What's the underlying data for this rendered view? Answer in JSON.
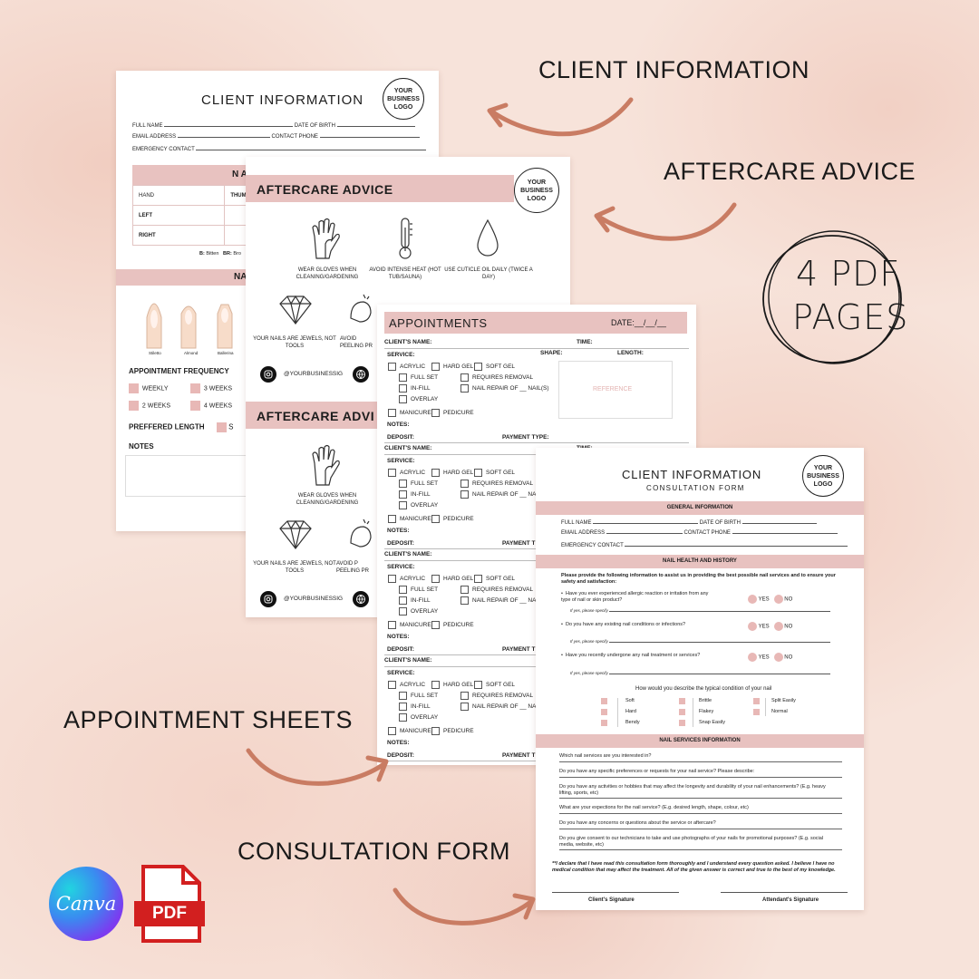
{
  "callouts": {
    "client_information": "CLIENT INFORMATION",
    "aftercare_advice": "AFTERCARE ADVICE",
    "appointment_sheets": "APPOINTMENT SHEETS",
    "consultation_form": "CONSULTATION FORM"
  },
  "badge": {
    "line1": "4 PDF",
    "line2": "PAGES"
  },
  "brand": {
    "canva": "Canva",
    "pdf": "PDF"
  },
  "logo_text": {
    "l1": "YOUR",
    "l2": "BUSINESS",
    "l3": "LOGO"
  },
  "sheet1": {
    "title": "CLIENT INFORMATION",
    "full_name": "FULL NAME",
    "dob": "DATE OF BIRTH",
    "email": "EMAIL ADDRESS",
    "contact": "CONTACT PHONE",
    "emergency": "EMERGENCY CONTACT",
    "band1": "N A",
    "hand": "HAND",
    "thumb": "THUMB",
    "left": "LEFT",
    "right": "RIGHT",
    "legend_b": "B:",
    "legend_b_val": "Bitten",
    "legend_br": "BR:",
    "legend_br_val": "Bro",
    "band2": "NA",
    "shapes": [
      "Stiletto",
      "Almond",
      "Ballerina"
    ],
    "freq_title": "APPOINTMENT FREQUENCY",
    "weekly": "WEEKLY",
    "three_weeks": "3 WEEKS",
    "two_weeks": "2 WEEKS",
    "four_weeks": "4 WEEKS",
    "length_title": "PREFFERED LENGTH",
    "length_opt": "S",
    "notes": "NOTES"
  },
  "sheet2": {
    "title": "AFTERCARE ADVICE",
    "gloves": "WEAR GLOVES WHEN CLEANING/GARDENING",
    "heat": "AVOID INTENSE HEAT (HOT TUB/SAUNA)",
    "oil": "USE CUTICLE OIL DAILY (TWICE A DAY)",
    "jewels": "YOUR NAILS ARE JEWELS, NOT TOOLS",
    "peel": "AVOID PEELING PR",
    "social": "@YOURBUSINESSIG",
    "title2": "AFTERCARE ADVI",
    "gloves2": "WEAR GLOVES WHEN CLEANING/GARDENING",
    "jewels2": "YOUR NAILS ARE JEWELS, NOT TOOLS",
    "peel2": "AVOID P PEELING PR",
    "social2": "@YOURBUSINESSIG"
  },
  "sheet3": {
    "title": "APPOINTMENTS",
    "date": "DATE:__/__/__",
    "client_name": "CLIENT'S NAME:",
    "time": "TIME:",
    "service": "SERVICE:",
    "shape": "SHAPE:",
    "length": "LENGTH:",
    "acrylic": "ACRYLIC",
    "hard_gel": "HARD GEL",
    "soft_gel": "SOFT GEL",
    "full_set": "FULL SET",
    "requires_removal": "REQUIRES REMOVAL",
    "in_fill": "IN-FILL",
    "nail_repair": "NAIL REPAIR OF __ NAIL(S)",
    "overlay": "OVERLAY",
    "manicure": "MANICURE",
    "pedicure": "PEDICURE",
    "reference": "REFERENCE",
    "notes": "NOTES:",
    "deposit": "DEPOSIT:",
    "payment_type": "PAYMENT TYPE:",
    "payment_t": "PAYMENT T"
  },
  "sheet4": {
    "title": "CLIENT INFORMATION",
    "subtitle": "CONSULTATION FORM",
    "general": "GENERAL INFORMATION",
    "full_name": "FULL NAME",
    "dob": "DATE OF BIRTH",
    "email": "EMAIL ADDRESS",
    "contact": "CONTACT PHONE",
    "emergency": "EMERGENCY CONTACT",
    "health": "NAIL HEALTH AND HISTORY",
    "intro": "Please provide the following information to assist us in providing the best possible nail services and to ensure your safety and satisfaction:",
    "q1": "Have you ever experienced allergic reaction or irritation from any type of nail or skin product?",
    "q2": "Do you have any existing nail conditions or infections?",
    "q3": "Have you recently undergone any nail treatment or services?",
    "specify": "If yes, please specify",
    "yes": "YES",
    "no": "NO",
    "condition_q": "How would you describe the typical condition of your nail",
    "conditions": [
      "Soft",
      "Brittle",
      "Split Easily",
      "Hard",
      "Flakey",
      "Normal",
      "Bendy",
      "Snap Easily"
    ],
    "services": "NAIL SERVICES INFORMATION",
    "s1": "Which nail services are you interested in?",
    "s2": "Do you have any specific preferences or requests for your nail service? Please describe:",
    "s3": "Do you have any activities or hobbies that may affect the longevity and durability of your nail enhancements? (E.g. heavy lifting, sports, etc)",
    "s4": "What are your expections for the nail service? (E.g. desired length, shape, colour, etc)",
    "s5": "Do you have any concerns or questions about the service or aftercare?",
    "s6": "Do you give consent to our technicians to take and use photographs of your nails for promotional purposes? (E.g. social media, website, etc)",
    "declaration": "**I declare that I have read this consultation form thoroughly and I understand every question asked. I believe I have no medical condition that may affect the treatment. All of the given answer is correct and true to the best of my knowledge.",
    "client_sig": "Client's Signature",
    "attendant_sig": "Attendant's Signature"
  },
  "colors": {
    "accent": "#e8c2c0",
    "arrow": "#c97c63",
    "background": "#f7e3da"
  }
}
